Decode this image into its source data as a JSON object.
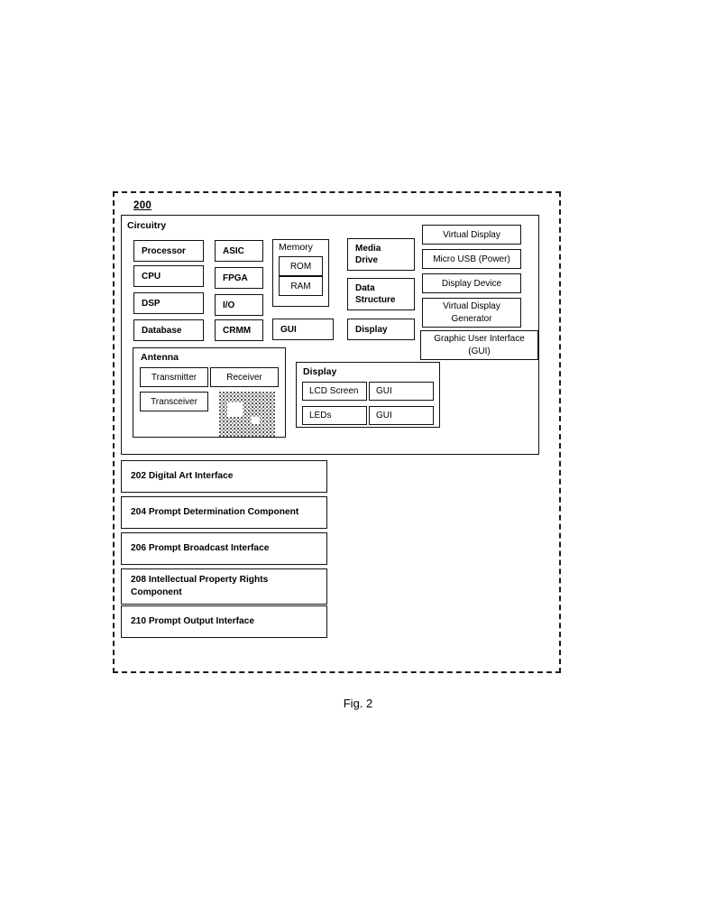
{
  "figure": {
    "caption": "Fig. 2",
    "reference_numeral": "200"
  },
  "circuitry": {
    "label": "Circuitry",
    "column_1": [
      {
        "label": "Processor"
      },
      {
        "label": "CPU"
      },
      {
        "label": "DSP"
      },
      {
        "label": "Database"
      }
    ],
    "column_2": [
      {
        "label": "ASIC"
      },
      {
        "label": "FPGA"
      },
      {
        "label": "I/O"
      },
      {
        "label": "CRMM"
      }
    ],
    "memory_group": {
      "label": "Memory",
      "items": [
        {
          "label": "ROM"
        },
        {
          "label": "RAM"
        }
      ]
    },
    "gui_cell": {
      "label": "GUI"
    },
    "column_3": [
      {
        "label": "Media Drive",
        "line1": "Media",
        "line2": "Drive"
      },
      {
        "label": "Data Structure",
        "line1": "Data",
        "line2": "Structure"
      },
      {
        "label": "Display",
        "line1": "Display",
        "line2": ""
      }
    ],
    "column_4": [
      {
        "label": "Virtual Display",
        "line1": "Virtual Display",
        "line2": ""
      },
      {
        "label": "Micro USB (Power)",
        "line1": "Micro USB (Power)",
        "line2": ""
      },
      {
        "label": "Display Device",
        "line1": "Display Device",
        "line2": ""
      },
      {
        "label": "Virtual Display Generator",
        "line1": "Virtual Display",
        "line2": "Generator"
      },
      {
        "label": "Graphic User Interface (GUI)",
        "line1": "Graphic User Interface",
        "line2": "(GUI)"
      }
    ],
    "antenna_group": {
      "label": "Antenna",
      "items": [
        {
          "label": "Transmitter"
        },
        {
          "label": "Receiver"
        },
        {
          "label": "Transceiver"
        }
      ],
      "texture": "antenna-halftone-artifact"
    },
    "display_group": {
      "label": "Display",
      "rows": [
        {
          "left": "LCD Screen",
          "right": "GUI"
        },
        {
          "left": "LEDs",
          "right": "GUI"
        }
      ]
    }
  },
  "components": [
    {
      "numeral": "202",
      "name": "Digital Art Interface",
      "line1": "202 Digital Art Interface",
      "line2": ""
    },
    {
      "numeral": "204",
      "name": "Prompt Determination Component",
      "line1": "204 Prompt Determination Component",
      "line2": ""
    },
    {
      "numeral": "206",
      "name": "Prompt Broadcast Interface",
      "line1": "206 Prompt Broadcast Interface",
      "line2": ""
    },
    {
      "numeral": "208",
      "name": "Intellectual Property Rights Component",
      "line1": "208 Intellectual Property Rights",
      "line2": "Component"
    },
    {
      "numeral": "210",
      "name": "Prompt Output Interface",
      "line1": "210 Prompt Output Interface",
      "line2": ""
    }
  ],
  "colors": {
    "line": "#111111",
    "background": "#ffffff",
    "text": "#000000"
  }
}
